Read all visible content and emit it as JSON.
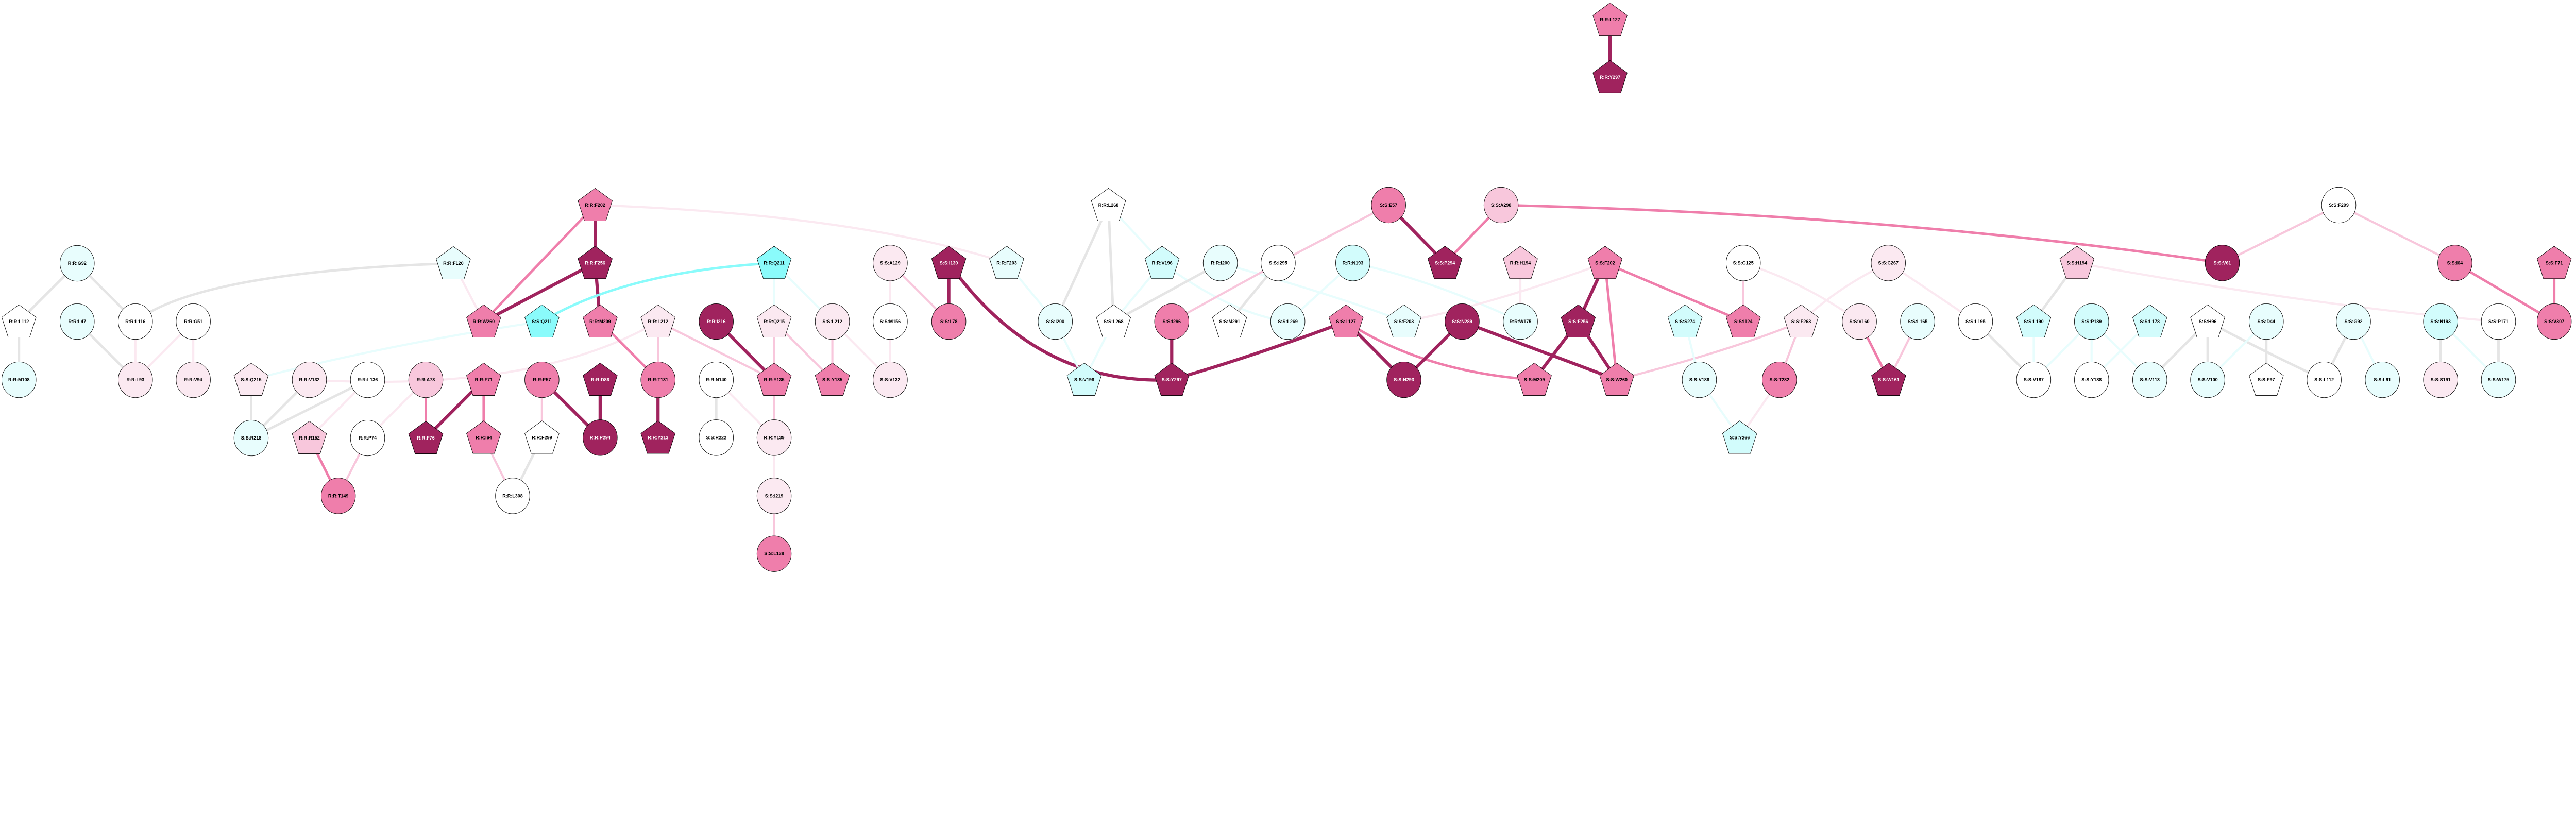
{
  "palette": {
    "dark": "#a0235e",
    "med": "#ef7eab",
    "light": "#f8c7dc",
    "vlight": "#fbe9f1",
    "white": "#ffffff",
    "cyan": "#8afbfb",
    "ccyan": "#d2fcfc",
    "lcyan": "#e8fdfd",
    "gray": "#e5e5e5"
  },
  "nodes": [
    {
      "id": "rG92",
      "label": "R:R:G92",
      "shape": "circle",
      "fill": "lcyan"
    },
    {
      "id": "rL112",
      "label": "R:R:L112",
      "shape": "pentagon",
      "fill": "white"
    },
    {
      "id": "rL47",
      "label": "R:R:L47",
      "shape": "circle",
      "fill": "lcyan"
    },
    {
      "id": "rL116",
      "label": "R:R:L116",
      "shape": "circle",
      "fill": "white"
    },
    {
      "id": "rG51",
      "label": "R:R:G51",
      "shape": "circle",
      "fill": "white"
    },
    {
      "id": "rM108",
      "label": "R:R:M108",
      "shape": "circle",
      "fill": "lcyan"
    },
    {
      "id": "rL93",
      "label": "R:R:L93",
      "shape": "circle",
      "fill": "vlight"
    },
    {
      "id": "rV94",
      "label": "R:R:V94",
      "shape": "circle",
      "fill": "vlight"
    },
    {
      "id": "sQ215",
      "label": "S:S:Q215",
      "shape": "pentagon",
      "fill": "vlight"
    },
    {
      "id": "rV132",
      "label": "R:R:V132",
      "shape": "circle",
      "fill": "vlight"
    },
    {
      "id": "rL136",
      "label": "R:R:L136",
      "shape": "circle",
      "fill": "white"
    },
    {
      "id": "rA73",
      "label": "R:R:A73",
      "shape": "circle",
      "fill": "light"
    },
    {
      "id": "rF120",
      "label": "R:R:F120",
      "shape": "pentagon",
      "fill": "lcyan"
    },
    {
      "id": "sR218",
      "label": "S:S:R218",
      "shape": "circle",
      "fill": "lcyan"
    },
    {
      "id": "rR152",
      "label": "R:R:R152",
      "shape": "pentagon",
      "fill": "light"
    },
    {
      "id": "rP74",
      "label": "R:R:P74",
      "shape": "circle",
      "fill": "white"
    },
    {
      "id": "rF76",
      "label": "R:R:F76",
      "shape": "pentagon",
      "fill": "dark"
    },
    {
      "id": "rT149",
      "label": "R:R:T149",
      "shape": "circle",
      "fill": "med"
    },
    {
      "id": "rF202",
      "label": "R:R:F202",
      "shape": "pentagon",
      "fill": "med"
    },
    {
      "id": "rF256",
      "label": "R:R:F256",
      "shape": "pentagon",
      "fill": "dark"
    },
    {
      "id": "rW260",
      "label": "R:R:W260",
      "shape": "pentagon",
      "fill": "med"
    },
    {
      "id": "sQ211",
      "label": "S:S:Q211",
      "shape": "pentagon",
      "fill": "cyan"
    },
    {
      "id": "rM209",
      "label": "R:R:M209",
      "shape": "pentagon",
      "fill": "med"
    },
    {
      "id": "rL212",
      "label": "R:R:L212",
      "shape": "pentagon",
      "fill": "vlight"
    },
    {
      "id": "rI216",
      "label": "R:R:I216",
      "shape": "circle",
      "fill": "dark"
    },
    {
      "id": "rQ215",
      "label": "R:R:Q215",
      "shape": "pentagon",
      "fill": "vlight"
    },
    {
      "id": "sL212",
      "label": "S:S:L212",
      "shape": "circle",
      "fill": "vlight"
    },
    {
      "id": "sA129",
      "label": "S:S:A129",
      "shape": "circle",
      "fill": "vlight"
    },
    {
      "id": "sM156",
      "label": "S:S:M156",
      "shape": "circle",
      "fill": "white"
    },
    {
      "id": "sV132",
      "label": "S:S:V132",
      "shape": "circle",
      "fill": "vlight"
    },
    {
      "id": "rQ211",
      "label": "R:R:Q211",
      "shape": "pentagon",
      "fill": "cyan"
    },
    {
      "id": "rF71",
      "label": "R:R:F71",
      "shape": "pentagon",
      "fill": "med"
    },
    {
      "id": "rE57",
      "label": "R:R:E57",
      "shape": "circle",
      "fill": "med"
    },
    {
      "id": "rD86",
      "label": "R:R:D86",
      "shape": "pentagon",
      "fill": "dark"
    },
    {
      "id": "rT131",
      "label": "R:R:T131",
      "shape": "circle",
      "fill": "med"
    },
    {
      "id": "rN140",
      "label": "R:R:N140",
      "shape": "circle",
      "fill": "white"
    },
    {
      "id": "rY135",
      "label": "R:R:Y135",
      "shape": "pentagon",
      "fill": "med"
    },
    {
      "id": "sY135",
      "label": "S:S:Y135",
      "shape": "pentagon",
      "fill": "med"
    },
    {
      "id": "rI64",
      "label": "R:R:I64",
      "shape": "pentagon",
      "fill": "med"
    },
    {
      "id": "rF299",
      "label": "R:R:F299",
      "shape": "pentagon",
      "fill": "white"
    },
    {
      "id": "rP294",
      "label": "R:R:P294",
      "shape": "circle",
      "fill": "dark"
    },
    {
      "id": "rY213",
      "label": "R:R:Y213",
      "shape": "pentagon",
      "fill": "dark"
    },
    {
      "id": "sR222",
      "label": "S:S:R222",
      "shape": "circle",
      "fill": "white"
    },
    {
      "id": "rY139",
      "label": "R:R:Y139",
      "shape": "circle",
      "fill": "vlight"
    },
    {
      "id": "rL308",
      "label": "R:R:L308",
      "shape": "circle",
      "fill": "white"
    },
    {
      "id": "sI219",
      "label": "S:S:I219",
      "shape": "circle",
      "fill": "vlight"
    },
    {
      "id": "sL138",
      "label": "S:S:L138",
      "shape": "circle",
      "fill": "med"
    },
    {
      "id": "rL268",
      "label": "R:R:L268",
      "shape": "pentagon",
      "fill": "white"
    },
    {
      "id": "sI130",
      "label": "S:S:I130",
      "shape": "pentagon",
      "fill": "dark"
    },
    {
      "id": "rF203",
      "label": "R:R:F203",
      "shape": "pentagon",
      "fill": "lcyan"
    },
    {
      "id": "rV196",
      "label": "R:R:V196",
      "shape": "pentagon",
      "fill": "ccyan"
    },
    {
      "id": "rI200",
      "label": "R:R:I200",
      "shape": "circle",
      "fill": "lcyan"
    },
    {
      "id": "sI295",
      "label": "S:S:I295",
      "shape": "circle",
      "fill": "white"
    },
    {
      "id": "rN193",
      "label": "R:R:N193",
      "shape": "circle",
      "fill": "ccyan"
    },
    {
      "id": "sL78",
      "label": "S:S:L78",
      "shape": "circle",
      "fill": "med"
    },
    {
      "id": "sI200",
      "label": "S:S:I200",
      "shape": "circle",
      "fill": "lcyan"
    },
    {
      "id": "sL268",
      "label": "S:S:L268",
      "shape": "pentagon",
      "fill": "white"
    },
    {
      "id": "sI296",
      "label": "S:S:I296",
      "shape": "circle",
      "fill": "med"
    },
    {
      "id": "sM291",
      "label": "S:S:M291",
      "shape": "pentagon",
      "fill": "white"
    },
    {
      "id": "sL269",
      "label": "S:S:L269",
      "shape": "circle",
      "fill": "lcyan"
    },
    {
      "id": "sL127",
      "label": "S:S:L127",
      "shape": "pentagon",
      "fill": "med"
    },
    {
      "id": "sV196",
      "label": "S:S:V196",
      "shape": "pentagon",
      "fill": "ccyan"
    },
    {
      "id": "sY297",
      "label": "S:S:Y297",
      "shape": "pentagon",
      "fill": "dark"
    },
    {
      "id": "sE57",
      "label": "S:S:E57",
      "shape": "circle",
      "fill": "med"
    },
    {
      "id": "sA298",
      "label": "S:S:A298",
      "shape": "circle",
      "fill": "light"
    },
    {
      "id": "sP294",
      "label": "S:S:P294",
      "shape": "pentagon",
      "fill": "dark"
    },
    {
      "id": "rH194",
      "label": "R:R:H194",
      "shape": "pentagon",
      "fill": "light"
    },
    {
      "id": "sF202",
      "label": "S:S:F202",
      "shape": "pentagon",
      "fill": "med"
    },
    {
      "id": "sG125",
      "label": "S:S:G125",
      "shape": "circle",
      "fill": "white"
    },
    {
      "id": "sF203",
      "label": "S:S:F203",
      "shape": "pentagon",
      "fill": "lcyan"
    },
    {
      "id": "sN289",
      "label": "S:S:N289",
      "shape": "circle",
      "fill": "dark"
    },
    {
      "id": "rW175",
      "label": "R:R:W175",
      "shape": "circle",
      "fill": "lcyan"
    },
    {
      "id": "sF256",
      "label": "S:S:F256",
      "shape": "pentagon",
      "fill": "dark"
    },
    {
      "id": "sS274",
      "label": "S:S:S274",
      "shape": "pentagon",
      "fill": "ccyan"
    },
    {
      "id": "sI124",
      "label": "S:S:I124",
      "shape": "pentagon",
      "fill": "med"
    },
    {
      "id": "sF263",
      "label": "S:S:F263",
      "shape": "pentagon",
      "fill": "vlight"
    },
    {
      "id": "sN293",
      "label": "S:S:N293",
      "shape": "circle",
      "fill": "dark"
    },
    {
      "id": "sM209",
      "label": "S:S:M209",
      "shape": "pentagon",
      "fill": "med"
    },
    {
      "id": "sW260",
      "label": "S:S:W260",
      "shape": "pentagon",
      "fill": "med"
    },
    {
      "id": "sV186",
      "label": "S:S:V186",
      "shape": "circle",
      "fill": "lcyan"
    },
    {
      "id": "sT282",
      "label": "S:S:T282",
      "shape": "circle",
      "fill": "med"
    },
    {
      "id": "sY266",
      "label": "S:S:Y266",
      "shape": "pentagon",
      "fill": "ccyan"
    },
    {
      "id": "sC267",
      "label": "S:S:C267",
      "shape": "circle",
      "fill": "vlight"
    },
    {
      "id": "sH194",
      "label": "S:S:H194",
      "shape": "pentagon",
      "fill": "light"
    },
    {
      "id": "sV61",
      "label": "S:S:V61",
      "shape": "circle",
      "fill": "dark"
    },
    {
      "id": "sV160",
      "label": "S:S:V160",
      "shape": "circle",
      "fill": "vlight"
    },
    {
      "id": "sL165",
      "label": "S:S:L165",
      "shape": "circle",
      "fill": "lcyan"
    },
    {
      "id": "sL195",
      "label": "S:S:L195",
      "shape": "circle",
      "fill": "white"
    },
    {
      "id": "sL190",
      "label": "S:S:L190",
      "shape": "pentagon",
      "fill": "ccyan"
    },
    {
      "id": "sP189",
      "label": "S:S:P189",
      "shape": "circle",
      "fill": "ccyan"
    },
    {
      "id": "sL178",
      "label": "S:S:L178",
      "shape": "pentagon",
      "fill": "ccyan"
    },
    {
      "id": "sH96",
      "label": "S:S:H96",
      "shape": "pentagon",
      "fill": "white"
    },
    {
      "id": "sD44",
      "label": "S:S:D44",
      "shape": "circle",
      "fill": "lcyan"
    },
    {
      "id": "sW161",
      "label": "S:S:W161",
      "shape": "pentagon",
      "fill": "dark"
    },
    {
      "id": "sV187",
      "label": "S:S:V187",
      "shape": "circle",
      "fill": "white"
    },
    {
      "id": "sY188",
      "label": "S:S:Y188",
      "shape": "circle",
      "fill": "white"
    },
    {
      "id": "sV113",
      "label": "S:S:V113",
      "shape": "circle",
      "fill": "lcyan"
    },
    {
      "id": "sV100",
      "label": "S:S:V100",
      "shape": "circle",
      "fill": "lcyan"
    },
    {
      "id": "sF97",
      "label": "S:S:F97",
      "shape": "pentagon",
      "fill": "white"
    },
    {
      "id": "sF299",
      "label": "S:S:F299",
      "shape": "circle",
      "fill": "white"
    },
    {
      "id": "sI64",
      "label": "S:S:I64",
      "shape": "circle",
      "fill": "med"
    },
    {
      "id": "sF71",
      "label": "S:S:F71",
      "shape": "pentagon",
      "fill": "med"
    },
    {
      "id": "sG92",
      "label": "S:S:G92",
      "shape": "circle",
      "fill": "lcyan"
    },
    {
      "id": "sN193",
      "label": "S:S:N193",
      "shape": "circle",
      "fill": "ccyan"
    },
    {
      "id": "sP171",
      "label": "S:S:P171",
      "shape": "circle",
      "fill": "white"
    },
    {
      "id": "sV307",
      "label": "S:S:V307",
      "shape": "circle",
      "fill": "med"
    },
    {
      "id": "sL112",
      "label": "S:S:L112",
      "shape": "circle",
      "fill": "white"
    },
    {
      "id": "sL91",
      "label": "S:S:L91",
      "shape": "circle",
      "fill": "lcyan"
    },
    {
      "id": "sS191",
      "label": "S:S:S191",
      "shape": "circle",
      "fill": "vlight"
    },
    {
      "id": "sW175",
      "label": "S:S:W175",
      "shape": "circle",
      "fill": "lcyan"
    },
    {
      "id": "rL127",
      "label": "R:R:L127",
      "shape": "pentagon",
      "fill": "med"
    },
    {
      "id": "rY297",
      "label": "R:R:Y297",
      "shape": "pentagon",
      "fill": "dark"
    }
  ],
  "edges": [
    [
      "rG92",
      "rL112",
      "gray"
    ],
    [
      "rG92",
      "rL116",
      "gray"
    ],
    [
      "rL112",
      "rM108",
      "gray"
    ],
    [
      "rL47",
      "rL93",
      "gray"
    ],
    [
      "rL116",
      "rL93",
      "vlight"
    ],
    [
      "rG51",
      "rL93",
      "vlight"
    ],
    [
      "rG51",
      "rV94",
      "vlight"
    ],
    [
      "rL116",
      "rF120",
      "gray"
    ],
    [
      "rF120",
      "rW260",
      "vlight"
    ],
    [
      "sQ215",
      "sR218",
      "gray"
    ],
    [
      "sQ215",
      "sQ211",
      "lcyan"
    ],
    [
      "rV132",
      "sR218",
      "gray"
    ],
    [
      "rV132",
      "rL212",
      "vlight"
    ],
    [
      "rL136",
      "sR218",
      "gray"
    ],
    [
      "rL136",
      "rR152",
      "vlight"
    ],
    [
      "rA73",
      "rP74",
      "vlight"
    ],
    [
      "rA73",
      "rF76",
      "med"
    ],
    [
      "rF76",
      "rF71",
      "dark"
    ],
    [
      "rF71",
      "rI64",
      "med"
    ],
    [
      "rI64",
      "rL308",
      "light"
    ],
    [
      "rR152",
      "rT149",
      "med"
    ],
    [
      "rP74",
      "rT149",
      "light"
    ],
    [
      "rF299",
      "rL308",
      "gray"
    ],
    [
      "rE57",
      "rF299",
      "light"
    ],
    [
      "rE57",
      "rP294",
      "dark"
    ],
    [
      "rD86",
      "rP294",
      "dark"
    ],
    [
      "rF202",
      "rW260",
      "med"
    ],
    [
      "rF202",
      "rF256",
      "dark"
    ],
    [
      "rF202",
      "rF203",
      "vlight"
    ],
    [
      "rF256",
      "rW260",
      "dark"
    ],
    [
      "rF256",
      "rM209",
      "dark"
    ],
    [
      "rQ211",
      "sQ211",
      "cyan"
    ],
    [
      "rQ211",
      "rQ215",
      "lcyan"
    ],
    [
      "rQ211",
      "sL212",
      "lcyan"
    ],
    [
      "rM209",
      "rT131",
      "med"
    ],
    [
      "rL212",
      "rT131",
      "light"
    ],
    [
      "rL212",
      "rY135",
      "light"
    ],
    [
      "rI216",
      "rY135",
      "dark"
    ],
    [
      "rQ215",
      "rY135",
      "light"
    ],
    [
      "rQ215",
      "sY135",
      "light"
    ],
    [
      "sL212",
      "sY135",
      "light"
    ],
    [
      "sL212",
      "sV132",
      "vlight"
    ],
    [
      "sA129",
      "sM156",
      "vlight"
    ],
    [
      "sA129",
      "sL78",
      "light"
    ],
    [
      "sM156",
      "sV132",
      "vlight"
    ],
    [
      "rT131",
      "rY213",
      "dark"
    ],
    [
      "rN140",
      "sR222",
      "gray"
    ],
    [
      "rN140",
      "rY139",
      "vlight"
    ],
    [
      "rY135",
      "rY139",
      "light"
    ],
    [
      "rY139",
      "sI219",
      "vlight"
    ],
    [
      "sI219",
      "sL138",
      "light"
    ],
    [
      "sI130",
      "sL78",
      "dark"
    ],
    [
      "sI130",
      "sY297",
      "dark"
    ],
    [
      "rF203",
      "sI200",
      "lcyan"
    ],
    [
      "rL268",
      "sI200",
      "gray"
    ],
    [
      "rL268",
      "sL268",
      "gray"
    ],
    [
      "rL268",
      "rV196",
      "lcyan"
    ],
    [
      "rV196",
      "sL268",
      "lcyan"
    ],
    [
      "rV196",
      "sL269",
      "lcyan"
    ],
    [
      "rI200",
      "sL268",
      "gray"
    ],
    [
      "rI200",
      "sF203",
      "lcyan"
    ],
    [
      "sI295",
      "sI296",
      "light"
    ],
    [
      "sI295",
      "sM291",
      "gray"
    ],
    [
      "sI295",
      "sE57",
      "light"
    ],
    [
      "rN193",
      "sL269",
      "lcyan"
    ],
    [
      "rN193",
      "rW175",
      "lcyan"
    ],
    [
      "sI200",
      "sV196",
      "lcyan"
    ],
    [
      "sL268",
      "sV196",
      "lcyan"
    ],
    [
      "sI296",
      "sY297",
      "dark"
    ],
    [
      "sL127",
      "sY297",
      "dark"
    ],
    [
      "sL127",
      "sN293",
      "dark"
    ],
    [
      "sL127",
      "sM209",
      "med"
    ],
    [
      "sE57",
      "sP294",
      "dark"
    ],
    [
      "sA298",
      "sP294",
      "med"
    ],
    [
      "sA298",
      "sV61",
      "med"
    ],
    [
      "sF202",
      "sF203",
      "vlight"
    ],
    [
      "rH194",
      "rW175",
      "vlight"
    ],
    [
      "sF202",
      "sF256",
      "dark"
    ],
    [
      "sF202",
      "sW260",
      "med"
    ],
    [
      "sF202",
      "sI124",
      "med"
    ],
    [
      "sG125",
      "sI124",
      "light"
    ],
    [
      "sG125",
      "sV160",
      "vlight"
    ],
    [
      "sF263",
      "sW260",
      "light"
    ],
    [
      "sF263",
      "sT282",
      "light"
    ],
    [
      "sF263",
      "sC267",
      "vlight"
    ],
    [
      "sS274",
      "sV186",
      "lcyan"
    ],
    [
      "sV186",
      "sY266",
      "lcyan"
    ],
    [
      "sT282",
      "sY266",
      "vlight"
    ],
    [
      "sN289",
      "sN293",
      "dark"
    ],
    [
      "sN289",
      "sW260",
      "dark"
    ],
    [
      "sF256",
      "sM209",
      "dark"
    ],
    [
      "sF256",
      "sW260",
      "dark"
    ],
    [
      "sC267",
      "sL195",
      "vlight"
    ],
    [
      "sV160",
      "sW161",
      "med"
    ],
    [
      "sL165",
      "sW161",
      "light"
    ],
    [
      "sL195",
      "sV187",
      "gray"
    ],
    [
      "sH194",
      "sL190",
      "gray"
    ],
    [
      "sH194",
      "sP171",
      "vlight"
    ],
    [
      "sL190",
      "sV187",
      "lcyan"
    ],
    [
      "sP189",
      "sV187",
      "lcyan"
    ],
    [
      "sP189",
      "sY188",
      "lcyan"
    ],
    [
      "sP189",
      "sV113",
      "lcyan"
    ],
    [
      "sL178",
      "sY188",
      "lcyan"
    ],
    [
      "sH96",
      "sV113",
      "gray"
    ],
    [
      "sH96",
      "sV100",
      "gray"
    ],
    [
      "sH96",
      "sL112",
      "gray"
    ],
    [
      "sD44",
      "sV100",
      "lcyan"
    ],
    [
      "sD44",
      "sF97",
      "gray"
    ],
    [
      "sV61",
      "sF299",
      "light"
    ],
    [
      "sF299",
      "sI64",
      "light"
    ],
    [
      "sI64",
      "sV307",
      "med"
    ],
    [
      "sF71",
      "sV307",
      "med"
    ],
    [
      "sG92",
      "sL112",
      "gray"
    ],
    [
      "sG92",
      "sL91",
      "lcyan"
    ],
    [
      "sN193",
      "sS191",
      "gray"
    ],
    [
      "sN193",
      "sW175",
      "lcyan"
    ],
    [
      "sP171",
      "sW175",
      "gray"
    ],
    [
      "rL127",
      "rY297",
      "dark"
    ]
  ]
}
